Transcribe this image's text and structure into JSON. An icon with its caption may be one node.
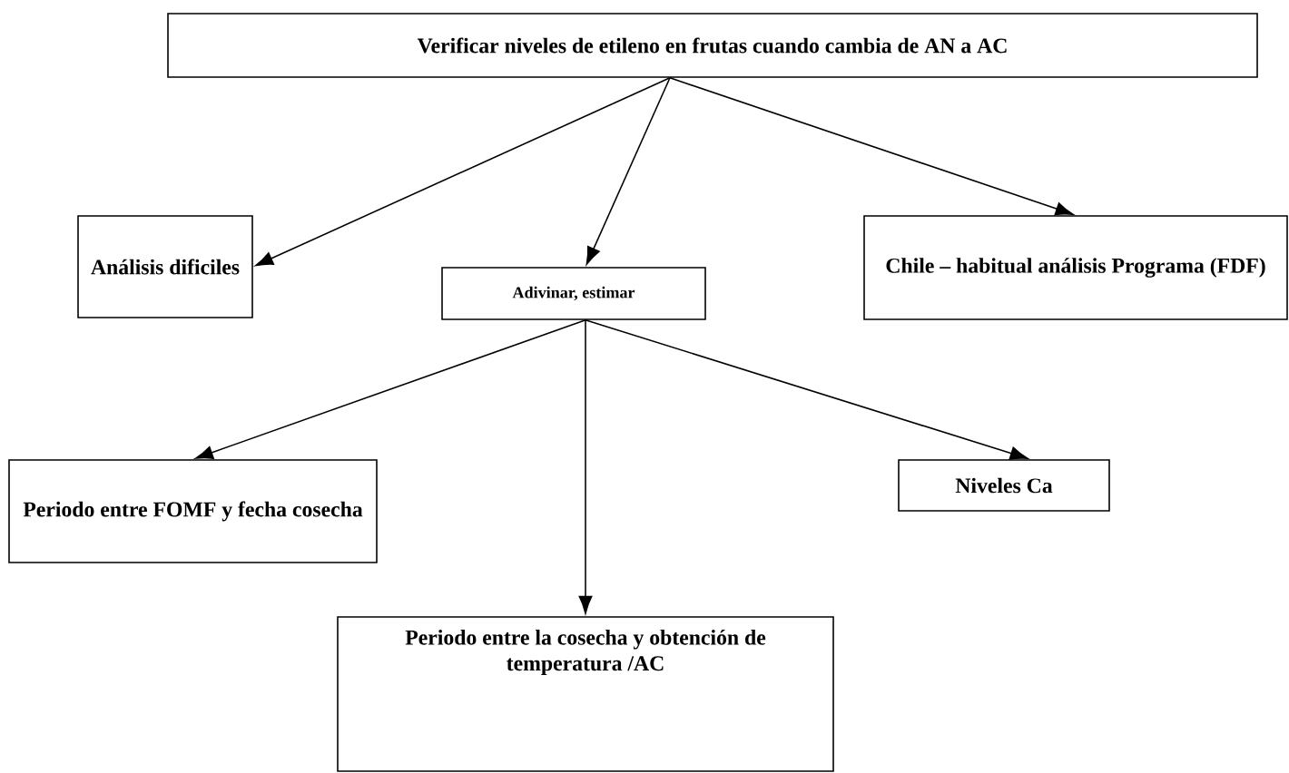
{
  "diagram": {
    "nodes": [
      {
        "text": [
          "Verificar niveles de etileno en frutas cuando cambia de AN a AC"
        ]
      },
      {
        "text": [
          "Análisis dificiles"
        ]
      },
      {
        "text": [
          "Adivinar, estimar"
        ]
      },
      {
        "text": [
          "Chile – habitual análisis Programa (FDF)"
        ]
      },
      {
        "text": [
          "Periodo entre FOMF y fecha cosecha"
        ]
      },
      {
        "text": [
          "Niveles Ca"
        ]
      },
      {
        "text": [
          "Periodo entre la cosecha y obtención de temperatura /AC"
        ]
      }
    ],
    "edges": [
      {
        "from": 0,
        "to": 1,
        "arrow": "to"
      },
      {
        "from": 0,
        "to": 2,
        "arrow": "to"
      },
      {
        "from": 0,
        "to": 3,
        "arrow": "to"
      },
      {
        "from": 2,
        "to": 4,
        "arrow": "to"
      },
      {
        "from": 2,
        "to": 5,
        "arrow": "to"
      },
      {
        "from": 2,
        "to": 6,
        "arrow": "to"
      }
    ]
  }
}
